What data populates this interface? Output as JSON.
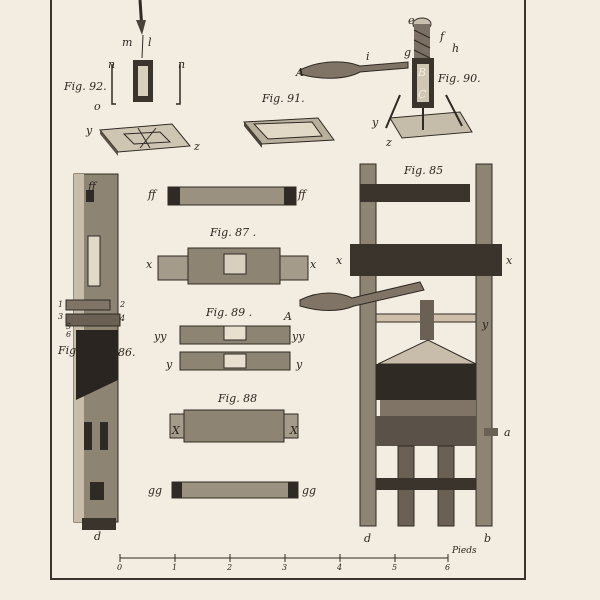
{
  "figures": {
    "fig92": "Fig. 92.",
    "fig91": "Fig. 91.",
    "fig90": "Fig. 90.",
    "fig85": "Fig. 85",
    "fig87": "Fig. 87 .",
    "fig89": "Fig. 89 .",
    "fig88": "Fig. 88",
    "fig86a": "Fig",
    "fig86b": "86."
  },
  "letters": {
    "m": "m",
    "l": "l",
    "n": "n",
    "o": "o",
    "i": "i",
    "e": "e",
    "g": "g",
    "f": "f",
    "h": "h",
    "A": "A",
    "B": "B",
    "C": "C",
    "y": "y",
    "z": "z",
    "x": "x",
    "d": "d",
    "b": "b",
    "a": "a",
    "ff": "ff",
    "yy": "yy",
    "gg": "gg",
    "X": "X",
    "nos": [
      "1",
      "2",
      "3",
      "4",
      "5",
      "6"
    ]
  },
  "scale": {
    "unit": "Pieds",
    "ticks": [
      "0",
      "1",
      "2",
      "3",
      "4",
      "5",
      "6"
    ]
  }
}
